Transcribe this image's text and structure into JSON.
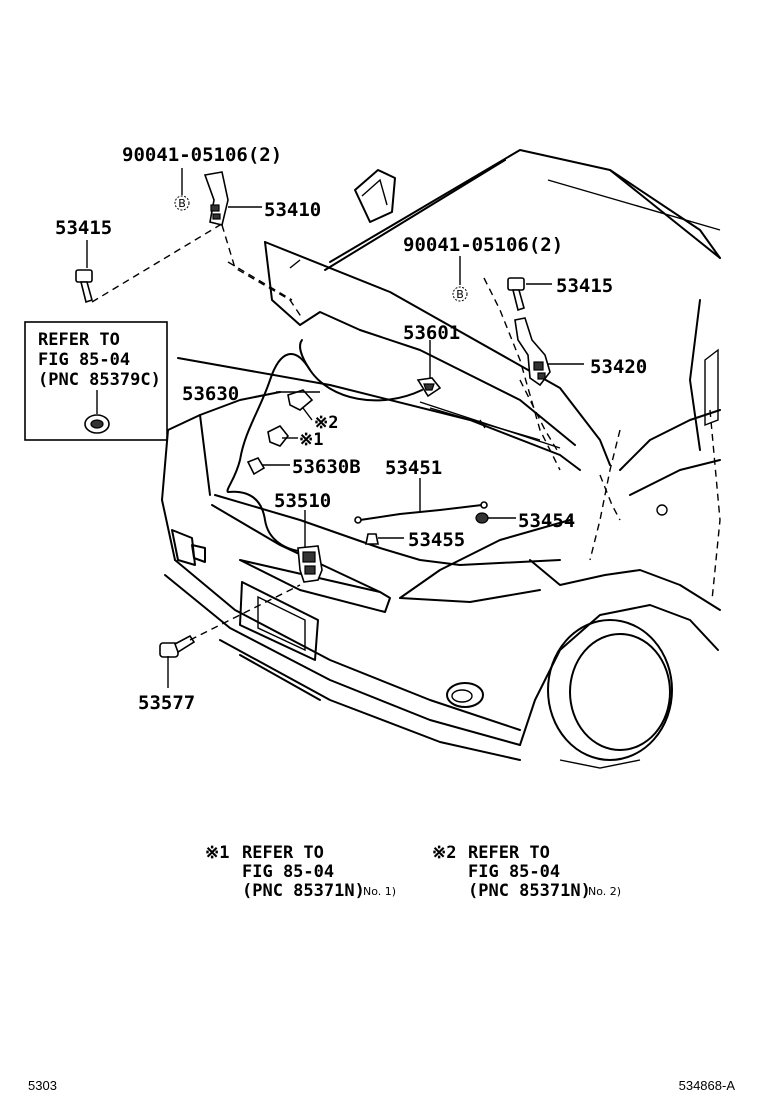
{
  "callouts": {
    "bolt_top_left": "90041-05106(2)",
    "bolt_top_right": "90041-05106(2)",
    "hinge_left": "53410",
    "hinge_right": "53420",
    "bolt_left": "53415",
    "bolt_right": "53415",
    "stay_clip": "53601",
    "release_cable": "53630",
    "clip_b": "53630B",
    "hood_support": "53451",
    "retainer": "53454",
    "grommet": "53455",
    "lock_assy": "53510",
    "cushion": "53577"
  },
  "markers": {
    "b_top": "B",
    "b_right": "B",
    "note1": "※1",
    "note2": "※2"
  },
  "refer_box": {
    "line1": "REFER TO",
    "line2": "FIG 85-04",
    "line3": "(PNC 85379C)"
  },
  "notes": [
    {
      "mark": "※1",
      "line1": "REFER TO",
      "line2": "FIG 85-04",
      "line3": "(PNC 85371N)",
      "suffix": "No. 1)"
    },
    {
      "mark": "※2",
      "line1": "REFER TO",
      "line2": "FIG 85-04",
      "line3": "(PNC 85371N)",
      "suffix": "No. 2)"
    }
  ],
  "footer": {
    "page_code": "5303",
    "figure_id": "534868-A"
  }
}
